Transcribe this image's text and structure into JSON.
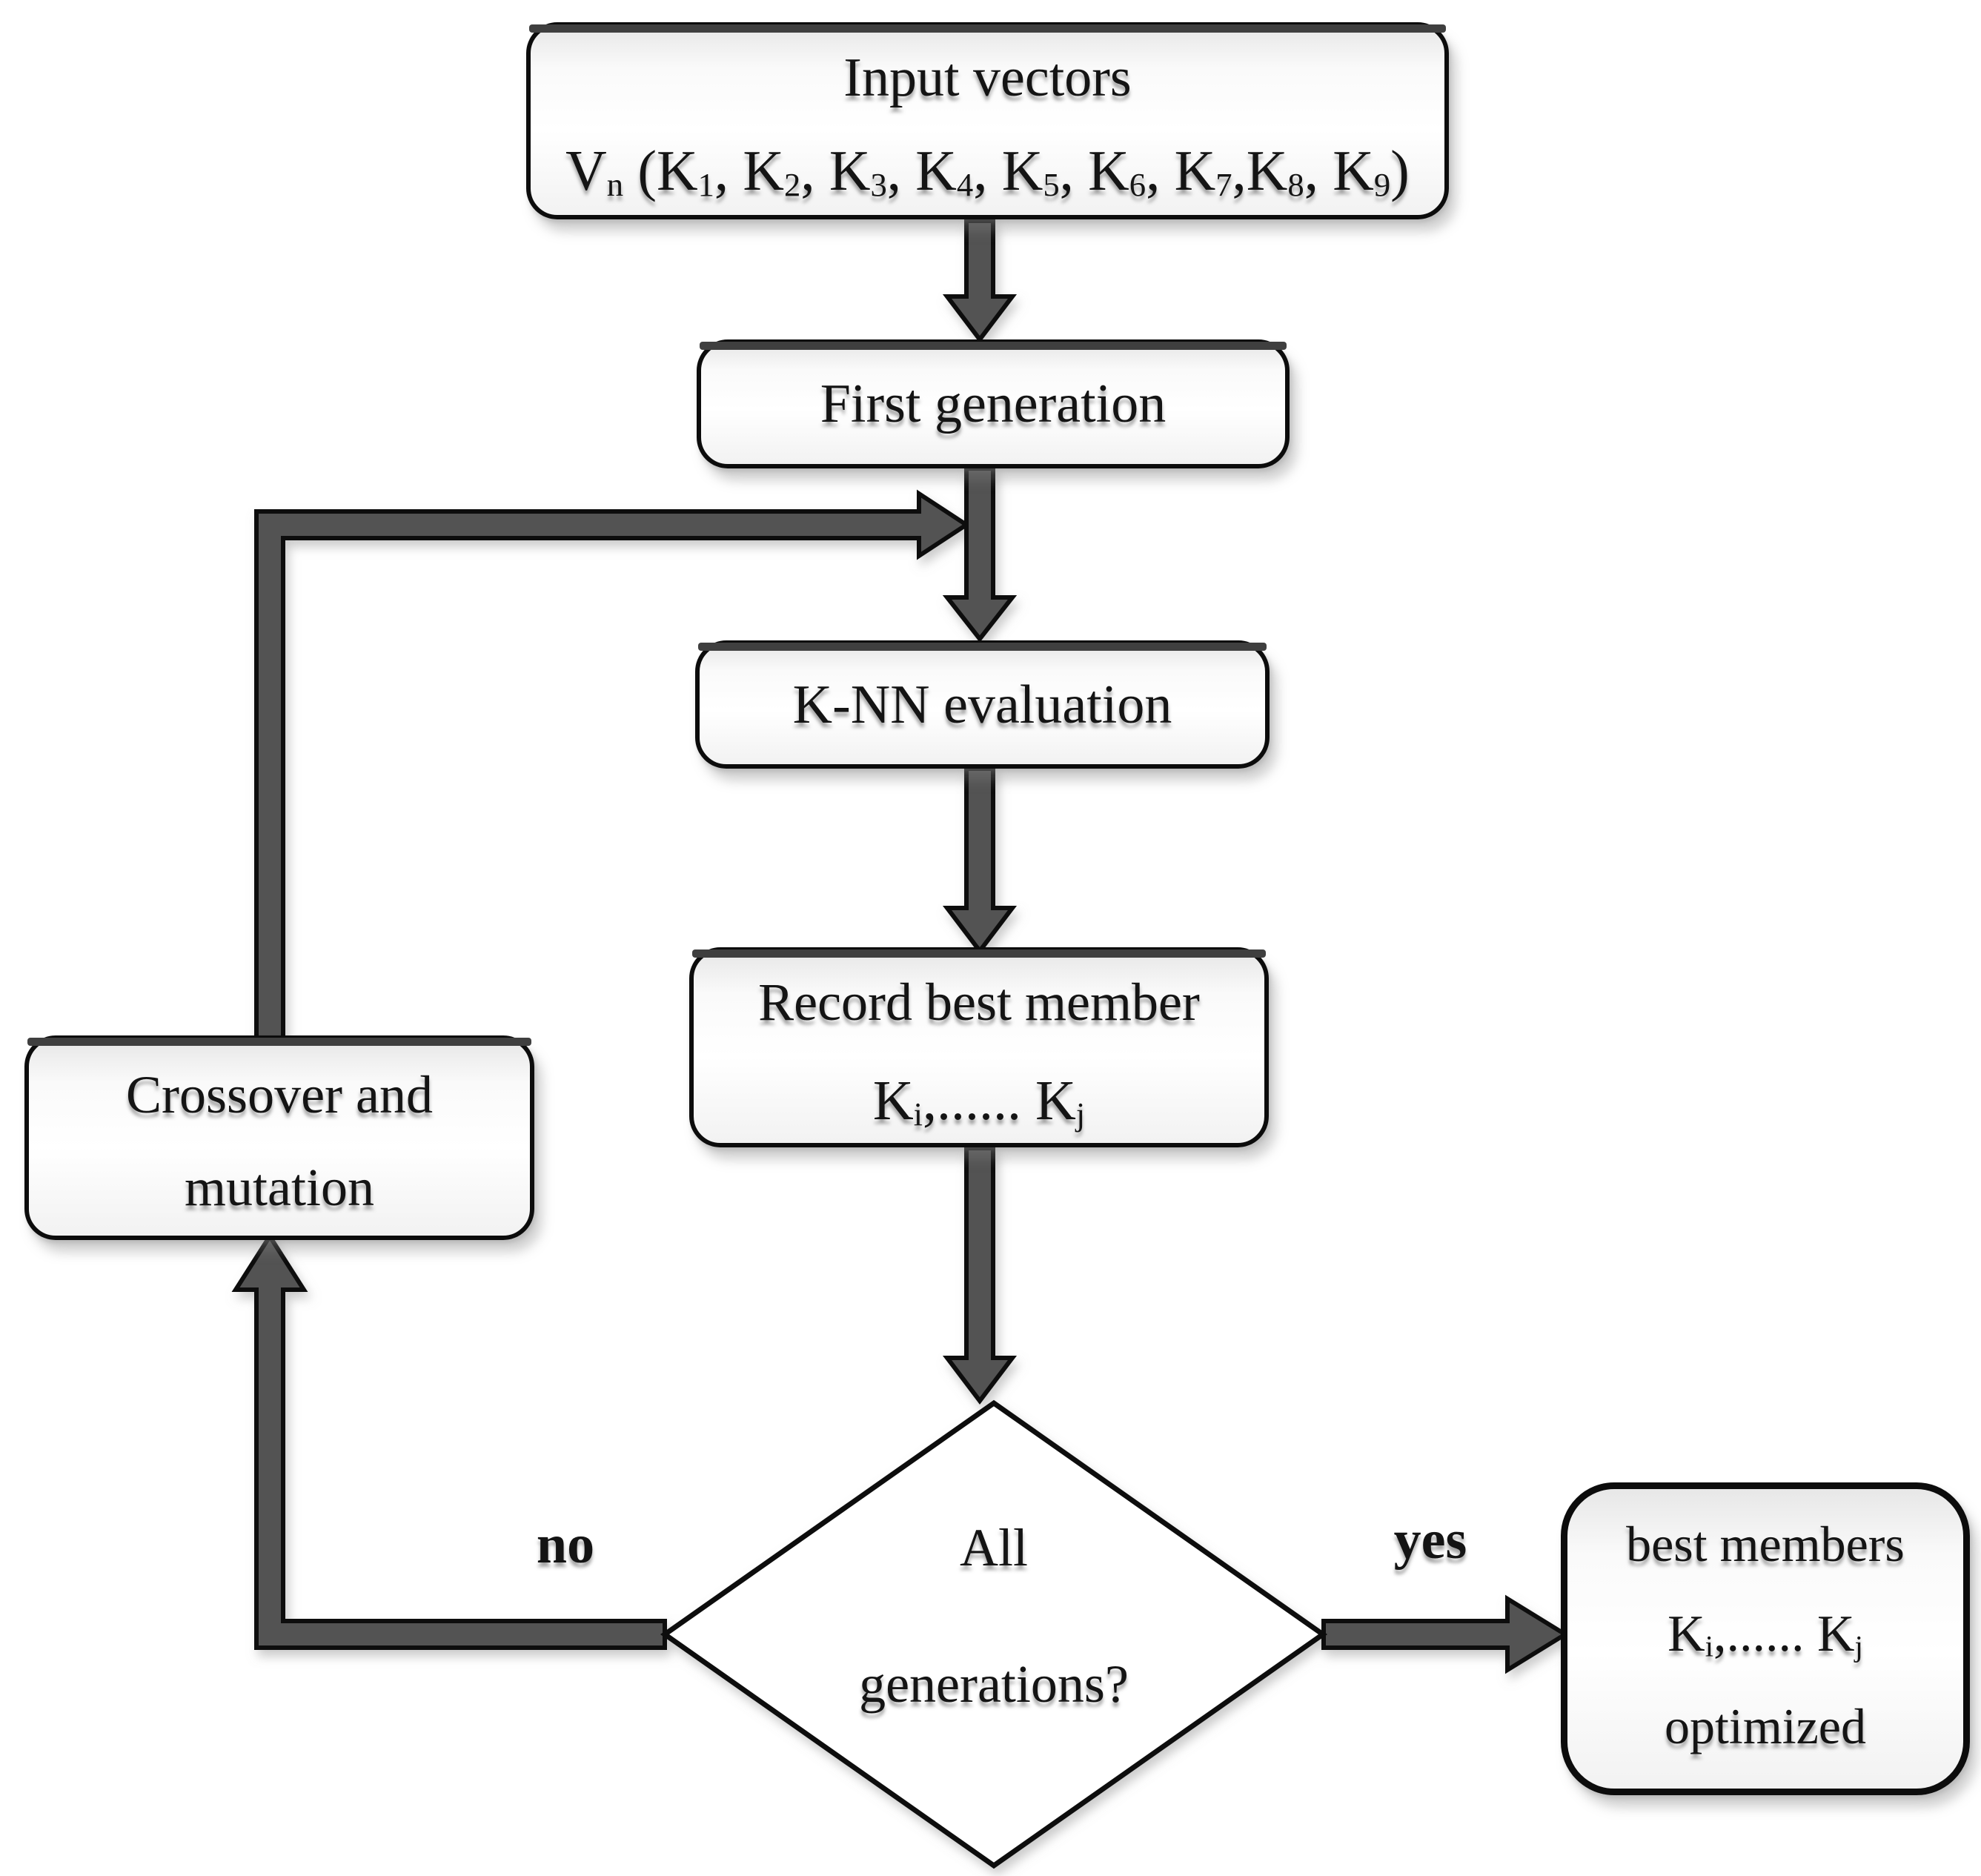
{
  "nodes": {
    "input": {
      "title": "Input vectors",
      "formula": [
        {
          "t": "V"
        },
        {
          "t": "n",
          "sub": true
        },
        {
          "t": " (K"
        },
        {
          "t": "1",
          "sub": true
        },
        {
          "t": ", K"
        },
        {
          "t": "2",
          "sub": true
        },
        {
          "t": ", K"
        },
        {
          "t": "3",
          "sub": true
        },
        {
          "t": ", K"
        },
        {
          "t": "4",
          "sub": true
        },
        {
          "t": ", K"
        },
        {
          "t": "5",
          "sub": true
        },
        {
          "t": ", K"
        },
        {
          "t": "6",
          "sub": true
        },
        {
          "t": ", K"
        },
        {
          "t": "7",
          "sub": true
        },
        {
          "t": ",K"
        },
        {
          "t": "8",
          "sub": true
        },
        {
          "t": ", K"
        },
        {
          "t": "9",
          "sub": true
        },
        {
          "t": ")"
        }
      ]
    },
    "first_generation": {
      "label": "First generation"
    },
    "knn": {
      "label": "K-NN evaluation"
    },
    "record": {
      "title": "Record best member",
      "formula": [
        {
          "t": "K"
        },
        {
          "t": "i",
          "sub": true
        },
        {
          "t": ",...... K"
        },
        {
          "t": "j",
          "sub": true
        }
      ]
    },
    "decision": {
      "line1": "All",
      "line2": "generations?"
    },
    "crossover": {
      "line1": "Crossover and",
      "line2": "mutation"
    },
    "result": {
      "line1": "best members",
      "formula": [
        {
          "t": "K"
        },
        {
          "t": "i",
          "sub": true
        },
        {
          "t": ",...... K"
        },
        {
          "t": "j",
          "sub": true
        }
      ],
      "line3": "optimized"
    }
  },
  "edge_labels": {
    "no": "no",
    "yes": "yes"
  },
  "colors": {
    "arrow-fill": "#535353",
    "line": "#0d0d0d",
    "topbar": "#3f3f3f",
    "ink": "#141414",
    "bg": "#ffffff"
  }
}
